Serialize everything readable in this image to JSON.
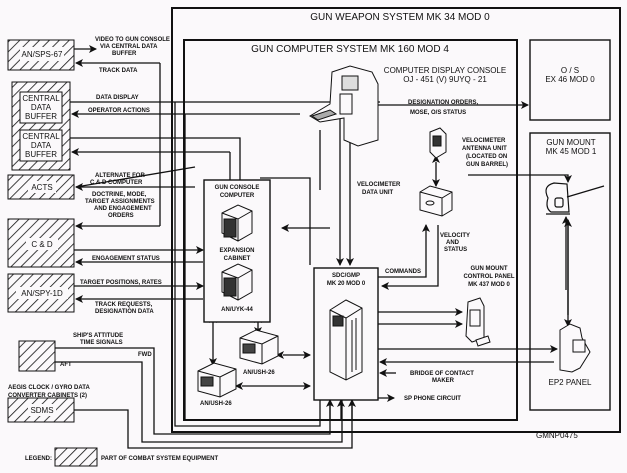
{
  "title": "GUN WEAPON SYSTEM MK 34 MOD 0",
  "subsystem_title": "GUN COMPUTER SYSTEM MK 160 MOD 4",
  "figure_id": "GMNP0475",
  "legend": {
    "label": "LEGEND:",
    "text": "PART OF COMBAT SYSTEM EQUIPMENT"
  },
  "external_units": {
    "sps67": "AN/SPS-67",
    "cdb1": [
      "CENTRAL",
      "DATA",
      "BUFFER"
    ],
    "cdb2": [
      "CENTRAL",
      "DATA",
      "BUFFER"
    ],
    "acts": "ACTS",
    "cd": "C & D",
    "spy1d": "AN/SPY-1D",
    "sdms": "SDMS",
    "sdms_caption": [
      "AEGIS CLOCK / GYRO DATA",
      "CONVERTER CABINETS (2)"
    ]
  },
  "signals": {
    "video": [
      "VIDEO TO GUN CONSOLE",
      "VIA CENTRAL DATA",
      "BUFFER"
    ],
    "track_data": "TRACK DATA",
    "data_display": "DATA DISPLAY",
    "operator_actions": "OPERATOR ACTIONS",
    "alternate": [
      "ALTERNATE FOR",
      "C & D COMPUTER"
    ],
    "doctrine": [
      "DOCTRINE, MODE,",
      "TARGET ASSIGNMENTS",
      "AND ENGAGEMENT",
      "ORDERS"
    ],
    "engagement_status": "ENGAGEMENT STATUS",
    "target_positions": "TARGET POSITIONS, RATES",
    "track_requests": [
      "TRACK REQUESTS,",
      "DESIGNATION DATA"
    ],
    "ships_attitude": [
      "SHIP'S ATTITUDE",
      "TIME SIGNALS"
    ],
    "fwd": "FWD",
    "aft": "AFT",
    "designation_orders": [
      "DESIGNATION ORDERS,",
      "MOSE, O/S STATUS"
    ],
    "commands": "COMMANDS",
    "velocity_status": [
      "VELOCITY",
      "AND",
      "STATUS"
    ],
    "bridge": [
      "BRIDGE OF CONTACT",
      "MAKER"
    ],
    "sp_phone": "SP PHONE CIRCUIT"
  },
  "components": {
    "cdc": [
      "COMPUTER DISPLAY CONSOLE",
      "OJ - 451 (V) 9UYQ - 21"
    ],
    "gcc": [
      "GUN CONSOLE",
      "COMPUTER"
    ],
    "expansion": [
      "EXPANSION",
      "CABINET"
    ],
    "uyk44": "AN/UYK-44",
    "ush26a": "AN/USH-26",
    "ush26b": "AN/USH-26",
    "sdc": [
      "SDC/GMP",
      "MK 20 MOD 0"
    ],
    "vdu": [
      "VELOCIMETER",
      "DATA UNIT"
    ],
    "vau": [
      "VELOCIMETER",
      "ANTENNA UNIT",
      "(LOCATED ON",
      "GUN BARREL)"
    ],
    "gmcp": [
      "GUN MOUNT",
      "CONTROL PANEL",
      "MK 437 MOD 0"
    ],
    "os": [
      "O / S",
      "EX 46  MOD 0"
    ],
    "gun_mount": [
      "GUN MOUNT",
      "MK 45  MOD 1"
    ],
    "ep2": "EP2 PANEL"
  }
}
